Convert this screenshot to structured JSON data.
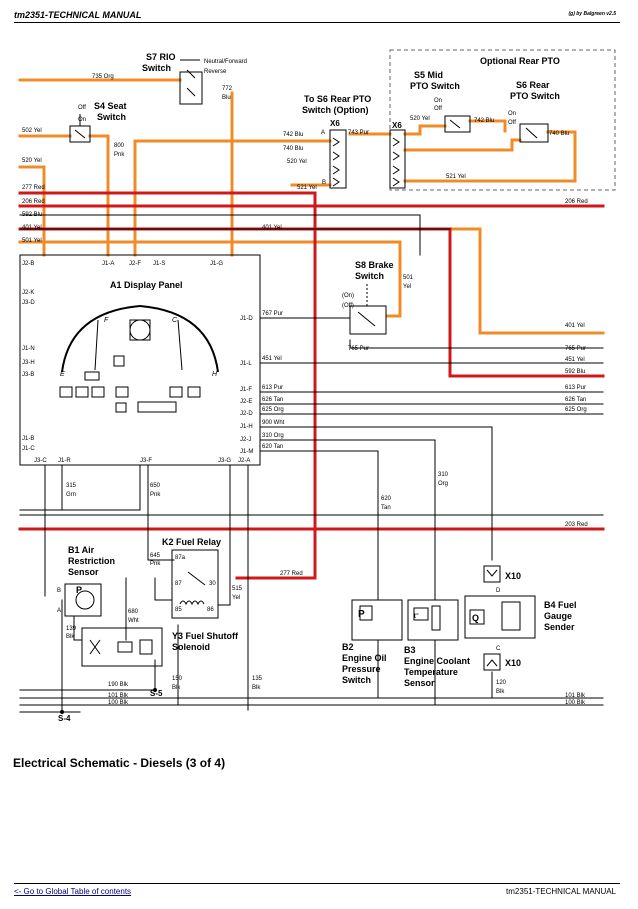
{
  "header": {
    "title": "tm2351-TECHNICAL MANUAL",
    "brand": "(g) by Balgreen v2.5"
  },
  "caption": "Electrical Schematic - Diesels (3 of 4)",
  "footer": {
    "link": "<- Go to Global Table of contents",
    "right": "tm2351-TECHNICAL MANUAL"
  },
  "colors": {
    "orange": "#F08C28",
    "red": "#D01818",
    "black": "#000000",
    "gray": "#555555"
  },
  "schematic": {
    "components": {
      "s7": "S7 RIO",
      "s7b": "Switch",
      "s7_neutral": "Neutral/Forward",
      "s7_reverse": "Reverse",
      "optional_rear_pto": "Optional Rear PTO",
      "s5": "S5 Mid",
      "s5b": "PTO Switch",
      "s6": "S6 Rear",
      "s6b": "PTO Switch",
      "s4": "S4 Seat",
      "s4b": "Switch",
      "to_s6": "To S6 Rear PTO",
      "to_s6b": "Switch (Option)",
      "x6": "X6",
      "on": "On",
      "off": "Off",
      "a1": "A1 Display Panel",
      "s8": "S8 Brake",
      "s8b": "Switch",
      "s8_on": "(On)",
      "s8_off": "(Off)",
      "b1": "B1 Air",
      "b1b": "Restriction",
      "b1c": "Sensor",
      "k2": "K2 Fuel Relay",
      "y3": "Y3 Fuel Shutoff",
      "y3b": "Solenoid",
      "b2": "B2",
      "b2b": "Engine Oil",
      "b2c": "Pressure",
      "b2d": "Switch",
      "b3": "B3",
      "b3b": "Engine Coolant",
      "b3c": "Temperature",
      "b3d": "Sensor",
      "b4": "B4 Fuel",
      "b4b": "Gauge",
      "b4c": "Sender",
      "x10": "X10",
      "s5_splice": "S-5",
      "s4_splice": "S-4"
    },
    "wires": {
      "w735": "735 Org",
      "w772": "772",
      "w772b": "Blu",
      "w502": "502 Yel",
      "w800": "800",
      "w800b": "Pnk",
      "w520": "520 Yel",
      "w742": "742 Blu",
      "w740": "740 Blu",
      "w743": "743 Pur",
      "w521": "521 Yel",
      "w277": "277 Red",
      "w206": "206 Red",
      "w592": "592 Blu",
      "w401": "401 Yel",
      "w501": "501 Yel",
      "w501v": "501",
      "w501vb": "Yel",
      "w767": "767 Pur",
      "w765": "765 Pur",
      "w451": "451 Yel",
      "w613": "613 Pur",
      "w626": "626 Tan",
      "w625": "625 Org",
      "w900": "900 Wht",
      "w310": "310 Org",
      "w620": "620 Tan",
      "w310v": "310",
      "w310vb": "Org",
      "w620v": "620",
      "w620vb": "Tan",
      "w315": "315",
      "w315b": "Grn",
      "w650": "650",
      "w650b": "Pnk",
      "w203": "203 Red",
      "w645": "645",
      "w645b": "Pnk",
      "w515": "515",
      "w515b": "Yel",
      "w680": "680",
      "w680b": "Wht",
      "w139": "139",
      "w139b": "Blk",
      "w190": "190 Blk",
      "w101": "101 Blk",
      "w100": "100 Blk",
      "w150": "150",
      "w150b": "Blk",
      "w135": "135",
      "w135b": "Blk",
      "w120": "120",
      "w120b": "Blk"
    },
    "pins": {
      "j2b": "J2-B",
      "j1a": "J1-A",
      "j2f": "J2-F",
      "j1s": "J1-S",
      "j1g": "J1-G",
      "j2k": "J2-K",
      "j3d": "J3-D",
      "j1n": "J1-N",
      "j3h": "J3-H",
      "j3b": "J3-B",
      "j1b": "J1-B",
      "j1c": "J1-C",
      "j3c": "J3-C",
      "j1r": "J1-R",
      "j3f": "J3-F",
      "j3g": "J3-G",
      "j2a": "J2-A",
      "j1d": "J1-D",
      "j1l": "J1-L",
      "j1f": "J1-F",
      "j2e": "J2-E",
      "j2d": "J2-D",
      "j1h": "J1-H",
      "j2j": "J2-J",
      "j1m": "J1-M",
      "pin_a": "A",
      "pin_b": "B",
      "pin_p": "P",
      "pin_d": "D",
      "pin_c": "C",
      "relay_87a": "87a",
      "relay_87": "87",
      "relay_30": "30",
      "relay_85": "85",
      "relay_86": "86",
      "gauge_f": "F",
      "gauge_c": "C",
      "gauge_e": "E",
      "gauge_h": "H",
      "q": "Q",
      "p": "P",
      "t": "t°"
    }
  }
}
